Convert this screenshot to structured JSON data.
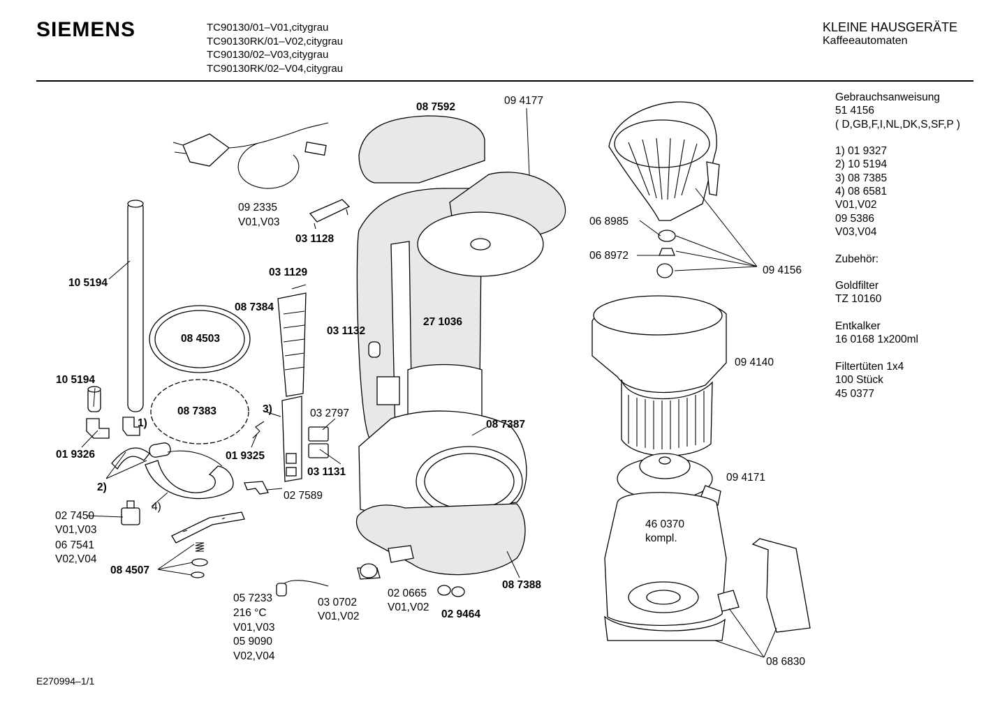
{
  "header": {
    "brand": "SIEMENS",
    "models": [
      "TC90130/01–V01,citygrau",
      "TC90130RK/01–V02,citygrau",
      "TC90130/02–V03,citygrau",
      "TC90130RK/02–V04,citygrau"
    ],
    "category_main": "KLEINE HAUSGERÄTE",
    "category_sub": "Kaffeeautomaten"
  },
  "sidebar": {
    "lines": [
      "Gebrauchsanweisung",
      "51  4156",
      "( D,GB,F,I,NL,DK,S,SF,P )",
      "",
      "1)  01 9327",
      "2)  10 5194",
      "3)  08 7385",
      "4)  08 6581",
      "     V01,V02",
      "     09 5386",
      "     V03,V04",
      "",
      "Zubehör:",
      "",
      "Goldfilter",
      "TZ 10160",
      "",
      "Entkalker",
      "16 0168 1x200ml",
      "",
      "Filtertüten 1x4",
      "100 Stück",
      "45 0377"
    ]
  },
  "labels": {
    "p087592": "08 7592",
    "p094177": "09 4177",
    "p092335": "09 2335",
    "p092335v": "V01,V03",
    "p031128": "03 1128",
    "p031129": "03 1129",
    "p105194a": "10 5194",
    "p087384": "08 7384",
    "p084503": "08 4503",
    "p031132": "03 1132",
    "p271036": "27 1036",
    "p105194b": "10 5194",
    "p087383": "08 7383",
    "m3": "3)",
    "p032797": "03 2797",
    "p087387": "08 7387",
    "m1": "1)",
    "p019326": "01 9326",
    "p019325": "01 9325",
    "p031131": "03 1131",
    "m2": "2)",
    "p027589": "02 7589",
    "m4": "4)",
    "p027450": "02 7450",
    "p027450v": "V01,V03",
    "p067541": "06 7541",
    "p067541v": "V02,V04",
    "p084507": "08 4507",
    "p087388": "08 7388",
    "p057233": "05 7233",
    "p057233t": "216 °C",
    "p057233v": "V01,V03",
    "p059090": "05 9090",
    "p059090v": "V02,V04",
    "p030702": "03 0702",
    "p030702v": "V01,V02",
    "p020665": "02 0665",
    "p020665v": "V01,V02",
    "p029464": "02 9464",
    "p068985": "06 8985",
    "p068972": "06 8972",
    "p094156": "09 4156",
    "p094140": "09 4140",
    "p094171": "09 4171",
    "p460370": "46 0370",
    "p460370k": "kompl.",
    "p086830": "08 6830"
  },
  "footer": {
    "code": "E270994–1/1"
  }
}
